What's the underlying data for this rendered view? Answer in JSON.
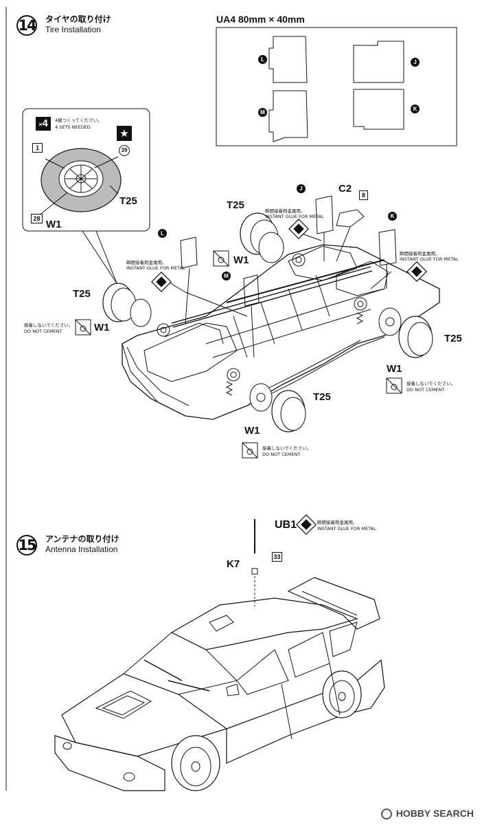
{
  "step14": {
    "number": "14",
    "title_jp": "タイヤの取り付け",
    "title_en": "Tire Installation"
  },
  "step15": {
    "number": "15",
    "title_jp": "アンテナの取り付け",
    "title_en": "Antenna Installation"
  },
  "decal_sheet": {
    "label": "UA4  80mm × 40mm",
    "pieces": [
      "L",
      "J",
      "M",
      "K"
    ]
  },
  "wheel_detail": {
    "multiplier": "4",
    "note_jp": "4組つくってください。",
    "note_en": "4 SETS NEEDED",
    "parts": [
      "1",
      "39",
      "28"
    ],
    "tire_label": "T25",
    "wheel_label": "W1"
  },
  "labels": {
    "t25": "T25",
    "w1": "W1",
    "c2": "C2",
    "part8": "8",
    "ub1": "UB1",
    "k7": "K7",
    "part33": "33",
    "decal_j": "J",
    "decal_k": "K",
    "decal_l": "L",
    "decal_m": "M"
  },
  "notes": {
    "glue_jp": "瞬間接着剤金属用。",
    "glue_en": "INSTANT GLUE FOR METAL",
    "nocement_jp": "接着しないでください。",
    "nocement_en": "DO NOT CEMENT"
  },
  "footer": {
    "brand": "HOBBY SEARCH"
  }
}
